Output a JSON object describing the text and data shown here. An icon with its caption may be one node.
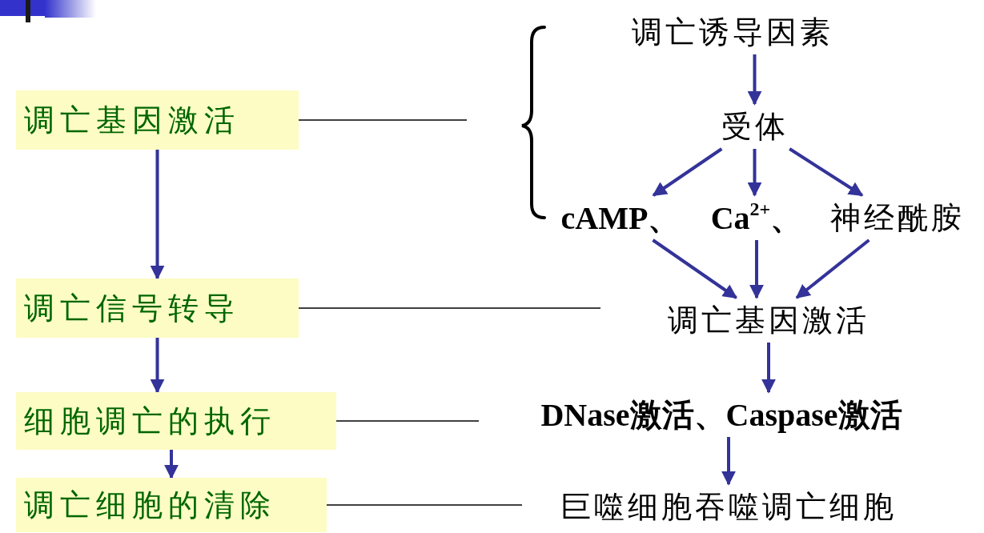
{
  "diagram": {
    "nodes": [
      {
        "text": [
          "调亡基因激活"
        ]
      },
      {
        "text": [
          "调亡信号转导"
        ]
      },
      {
        "text": [
          "细胞调亡的执行"
        ]
      },
      {
        "text": [
          "调亡细胞的清除"
        ]
      },
      {
        "text": [
          "调亡诱导因素"
        ]
      },
      {
        "text": [
          "受体"
        ]
      },
      {
        "text": [
          "cAMP、"
        ]
      },
      {
        "text": [
          "Ca$^{2+}$、"
        ]
      },
      {
        "text": [
          "神经酰胺"
        ]
      },
      {
        "text": [
          "调亡基因激活"
        ]
      },
      {
        "text": [
          "DNase激活、Caspase激活"
        ]
      },
      {
        "text": [
          "巨噬细胞吞噬调亡细胞"
        ]
      }
    ],
    "edges": [
      {
        "from": 0,
        "to": 1,
        "arrow": "to"
      },
      {
        "from": 1,
        "to": 2,
        "arrow": "to"
      },
      {
        "from": 2,
        "to": 3,
        "arrow": "to"
      },
      {
        "from": 4,
        "to": 5,
        "arrow": "to"
      },
      {
        "from": 5,
        "to": 6,
        "arrow": "to"
      },
      {
        "from": 5,
        "to": 7,
        "arrow": "to"
      },
      {
        "from": 5,
        "to": 8,
        "arrow": "to"
      },
      {
        "from": 6,
        "to": 9,
        "arrow": "to"
      },
      {
        "from": 7,
        "to": 9,
        "arrow": "to"
      },
      {
        "from": 8,
        "to": 9,
        "arrow": "to"
      },
      {
        "from": 9,
        "to": 10,
        "arrow": "to"
      },
      {
        "from": 10,
        "to": 11,
        "arrow": "to"
      },
      {
        "from": 0,
        "to": null,
        "arrow": "none",
        "color": "#000000"
      },
      {
        "from": 1,
        "to": 9,
        "arrow": "none",
        "color": "#000000"
      },
      {
        "from": 2,
        "to": 10,
        "arrow": "none",
        "color": "#000000"
      },
      {
        "from": 3,
        "to": 11,
        "arrow": "none",
        "color": "#000000"
      }
    ]
  }
}
